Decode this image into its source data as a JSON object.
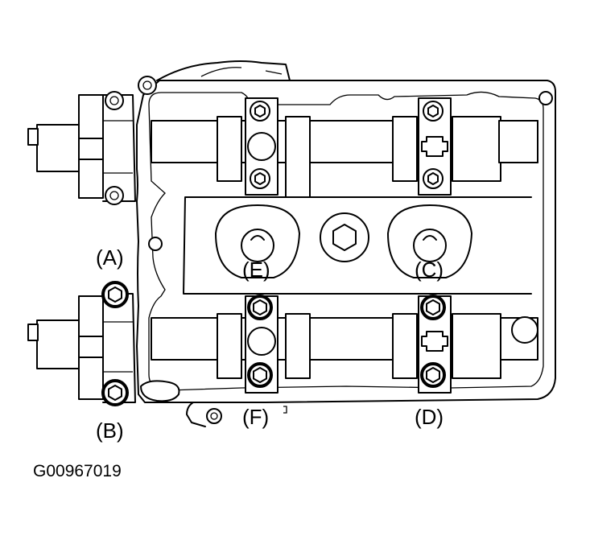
{
  "labels": {
    "A": "(A)",
    "B": "(B)",
    "C": "(C)",
    "D": "(D)",
    "E": "(E)",
    "F": "(F)"
  },
  "figure_id": "G00967019",
  "colors": {
    "line": "#000000",
    "background": "#ffffff"
  },
  "highlighted_bolts": [
    "A",
    "B",
    "C",
    "D",
    "E",
    "F"
  ]
}
